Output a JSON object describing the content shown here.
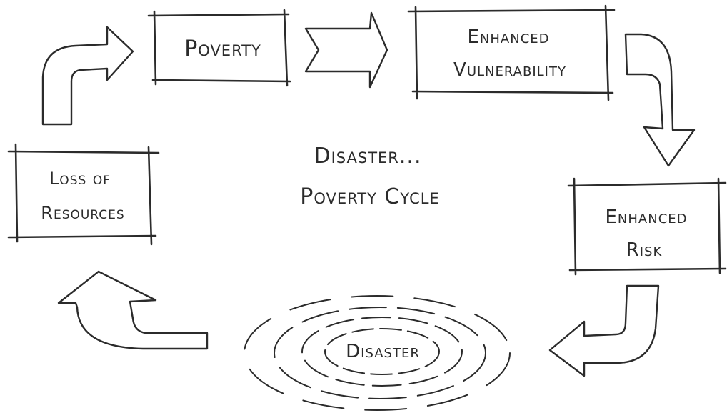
{
  "title": {
    "line1": "Disaster...",
    "line2": "Poverty Cycle"
  },
  "nodes": {
    "poverty": "Poverty",
    "enhanced_vulnerability_line1": "Enhanced",
    "enhanced_vulnerability_line2": "Vulnerability",
    "enhanced_risk_line1": "Enhanced",
    "enhanced_risk_line2": "Risk",
    "disaster": "Disaster",
    "loss_of_resources_line1": "Loss of",
    "loss_of_resources_line2": "Resources"
  },
  "colors": {
    "ink": "#2b2b2b",
    "paper": "#ffffff"
  }
}
